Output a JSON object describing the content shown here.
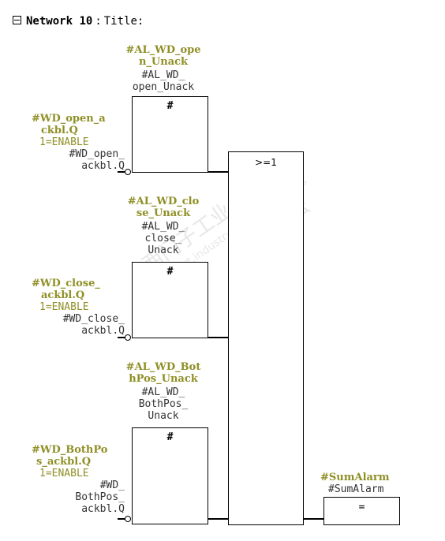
{
  "header": {
    "collapse_icon": "collapse-box-icon",
    "network_label": "Network",
    "network_number": "10",
    "separator": ":",
    "title_label": "Title:"
  },
  "blocks": [
    {
      "out_symbol_lines": [
        "#AL_WD_ope",
        "n_Unack"
      ],
      "out_address_lines": [
        "#AL_WD_",
        "open_Unack"
      ],
      "box_symbol": "#",
      "in_symbol_lines": [
        "#WD_open_a",
        "ckbl.Q"
      ],
      "in_comment": "1=ENABLE",
      "in_address_lines": [
        "#WD_open_",
        "ackbl.Q"
      ]
    },
    {
      "out_symbol_lines": [
        "#AL_WD_clo",
        "se_Unack"
      ],
      "out_address_lines": [
        "#AL_WD_",
        "close_",
        "Unack"
      ],
      "box_symbol": "#",
      "in_symbol_lines": [
        "#WD_close_",
        "ackbl.Q"
      ],
      "in_comment": "1=ENABLE",
      "in_address_lines": [
        "#WD_close_",
        "ackbl.Q"
      ]
    },
    {
      "out_symbol_lines": [
        "#AL_WD_Bot",
        "hPos_Unack"
      ],
      "out_address_lines": [
        "#AL_WD_",
        "BothPos_",
        "Unack"
      ],
      "box_symbol": "#",
      "in_symbol_lines": [
        "#WD_BothPo",
        "s_ackbl.Q"
      ],
      "in_comment": "1=ENABLE",
      "in_address_lines": [
        "#WD_",
        "BothPos_",
        "ackbl.Q"
      ]
    }
  ],
  "or_block": {
    "label": ">=1"
  },
  "coil": {
    "symbol": "#SumAlarm",
    "address": "#SumAlarm",
    "label": "="
  },
  "watermark": {
    "lines": [
      "西门子工业",
      "support.industry.siemens.com/cs",
      "技术论坛"
    ]
  },
  "colors": {
    "symbol": "#8f8f26",
    "address": "#333333",
    "line": "#000000"
  }
}
